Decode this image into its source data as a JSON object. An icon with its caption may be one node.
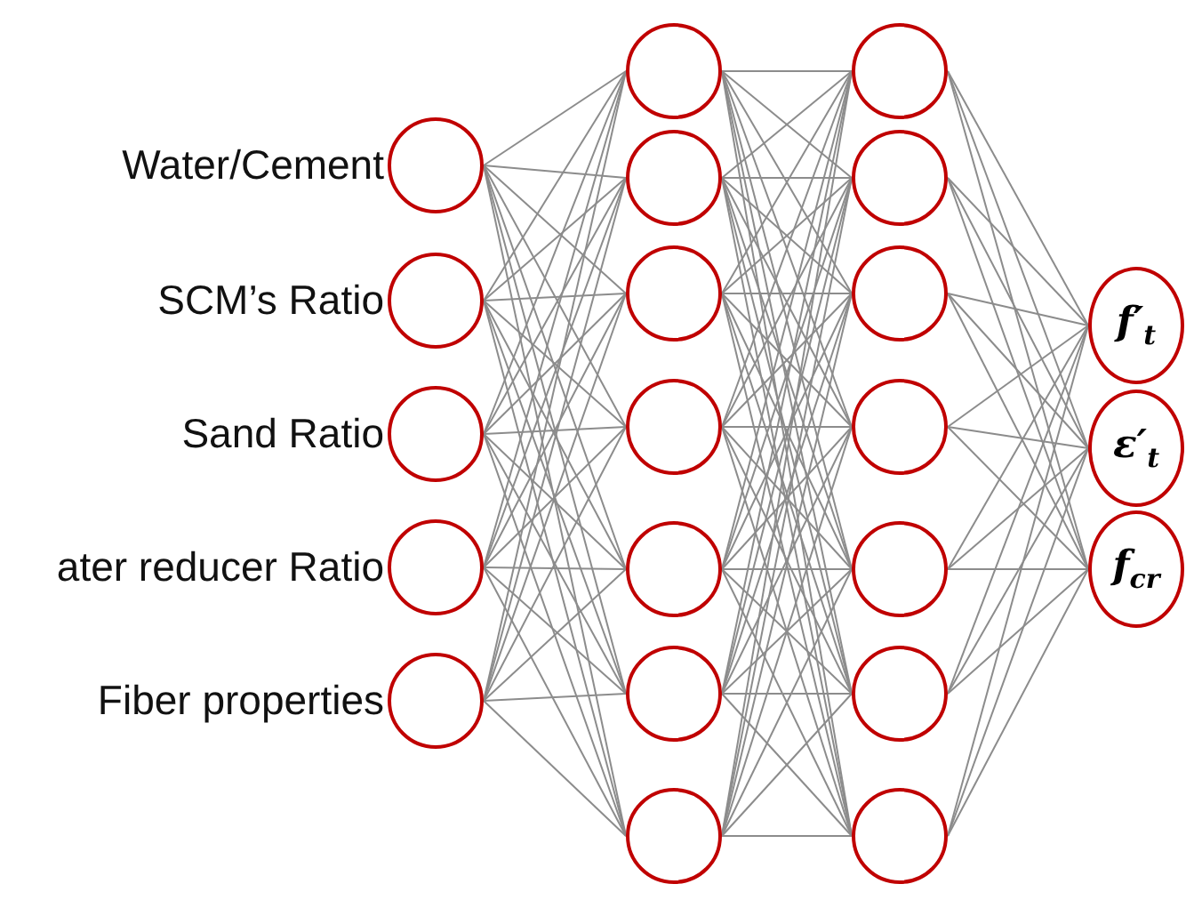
{
  "diagram": {
    "nodes": [
      {
        "text": [],
        "shape": "circle",
        "beside": [
          "Water/Cement"
        ]
      },
      {
        "text": [],
        "shape": "circle",
        "beside": [
          "SCM’s Ratio"
        ]
      },
      {
        "text": [],
        "shape": "circle",
        "beside": [
          "Sand Ratio"
        ]
      },
      {
        "text": [],
        "shape": "circle",
        "beside": [
          "ater reducer Ratio"
        ]
      },
      {
        "text": [],
        "shape": "circle",
        "beside": [
          "Fiber properties"
        ]
      },
      {
        "text": [],
        "shape": "circle"
      },
      {
        "text": [],
        "shape": "circle"
      },
      {
        "text": [],
        "shape": "circle"
      },
      {
        "text": [],
        "shape": "circle"
      },
      {
        "text": [],
        "shape": "circle"
      },
      {
        "text": [],
        "shape": "circle"
      },
      {
        "text": [],
        "shape": "circle"
      },
      {
        "text": [],
        "shape": "circle"
      },
      {
        "text": [],
        "shape": "circle"
      },
      {
        "text": [],
        "shape": "circle"
      },
      {
        "text": [],
        "shape": "circle"
      },
      {
        "text": [],
        "shape": "circle"
      },
      {
        "text": [],
        "shape": "circle"
      },
      {
        "text": [],
        "shape": "circle"
      },
      {
        "text": [
          "f′$_{t}$"
        ]
      },
      {
        "text": [
          "ε′$_{t}$"
        ]
      },
      {
        "text": [
          "f$_{cr}$"
        ]
      }
    ],
    "edges": [
      {
        "from": 0,
        "to": 5,
        "arrow": "none"
      },
      {
        "from": 0,
        "to": 6,
        "arrow": "none"
      },
      {
        "from": 0,
        "to": 7,
        "arrow": "none"
      },
      {
        "from": 0,
        "to": 8,
        "arrow": "none"
      },
      {
        "from": 0,
        "to": 9,
        "arrow": "none"
      },
      {
        "from": 0,
        "to": 10,
        "arrow": "none"
      },
      {
        "from": 0,
        "to": 11,
        "arrow": "none"
      },
      {
        "from": 1,
        "to": 5,
        "arrow": "none"
      },
      {
        "from": 1,
        "to": 6,
        "arrow": "none"
      },
      {
        "from": 1,
        "to": 7,
        "arrow": "none"
      },
      {
        "from": 1,
        "to": 8,
        "arrow": "none"
      },
      {
        "from": 1,
        "to": 9,
        "arrow": "none"
      },
      {
        "from": 1,
        "to": 10,
        "arrow": "none"
      },
      {
        "from": 1,
        "to": 11,
        "arrow": "none"
      },
      {
        "from": 2,
        "to": 5,
        "arrow": "none"
      },
      {
        "from": 2,
        "to": 6,
        "arrow": "none"
      },
      {
        "from": 2,
        "to": 7,
        "arrow": "none"
      },
      {
        "from": 2,
        "to": 8,
        "arrow": "none"
      },
      {
        "from": 2,
        "to": 9,
        "arrow": "none"
      },
      {
        "from": 2,
        "to": 10,
        "arrow": "none"
      },
      {
        "from": 2,
        "to": 11,
        "arrow": "none"
      },
      {
        "from": 3,
        "to": 5,
        "arrow": "none"
      },
      {
        "from": 3,
        "to": 6,
        "arrow": "none"
      },
      {
        "from": 3,
        "to": 7,
        "arrow": "none"
      },
      {
        "from": 3,
        "to": 8,
        "arrow": "none"
      },
      {
        "from": 3,
        "to": 9,
        "arrow": "none"
      },
      {
        "from": 3,
        "to": 10,
        "arrow": "none"
      },
      {
        "from": 3,
        "to": 11,
        "arrow": "none"
      },
      {
        "from": 4,
        "to": 5,
        "arrow": "none"
      },
      {
        "from": 4,
        "to": 6,
        "arrow": "none"
      },
      {
        "from": 4,
        "to": 7,
        "arrow": "none"
      },
      {
        "from": 4,
        "to": 8,
        "arrow": "none"
      },
      {
        "from": 4,
        "to": 9,
        "arrow": "none"
      },
      {
        "from": 4,
        "to": 10,
        "arrow": "none"
      },
      {
        "from": 4,
        "to": 11,
        "arrow": "none"
      },
      {
        "from": 5,
        "to": 12,
        "arrow": "none"
      },
      {
        "from": 5,
        "to": 13,
        "arrow": "none"
      },
      {
        "from": 5,
        "to": 14,
        "arrow": "none"
      },
      {
        "from": 5,
        "to": 15,
        "arrow": "none"
      },
      {
        "from": 5,
        "to": 16,
        "arrow": "none"
      },
      {
        "from": 5,
        "to": 17,
        "arrow": "none"
      },
      {
        "from": 5,
        "to": 18,
        "arrow": "none"
      },
      {
        "from": 6,
        "to": 12,
        "arrow": "none"
      },
      {
        "from": 6,
        "to": 13,
        "arrow": "none"
      },
      {
        "from": 6,
        "to": 14,
        "arrow": "none"
      },
      {
        "from": 6,
        "to": 15,
        "arrow": "none"
      },
      {
        "from": 6,
        "to": 16,
        "arrow": "none"
      },
      {
        "from": 6,
        "to": 17,
        "arrow": "none"
      },
      {
        "from": 6,
        "to": 18,
        "arrow": "none"
      },
      {
        "from": 7,
        "to": 12,
        "arrow": "none"
      },
      {
        "from": 7,
        "to": 13,
        "arrow": "none"
      },
      {
        "from": 7,
        "to": 14,
        "arrow": "none"
      },
      {
        "from": 7,
        "to": 15,
        "arrow": "none"
      },
      {
        "from": 7,
        "to": 16,
        "arrow": "none"
      },
      {
        "from": 7,
        "to": 17,
        "arrow": "none"
      },
      {
        "from": 7,
        "to": 18,
        "arrow": "none"
      },
      {
        "from": 8,
        "to": 12,
        "arrow": "none"
      },
      {
        "from": 8,
        "to": 13,
        "arrow": "none"
      },
      {
        "from": 8,
        "to": 14,
        "arrow": "none"
      },
      {
        "from": 8,
        "to": 15,
        "arrow": "none"
      },
      {
        "from": 8,
        "to": 16,
        "arrow": "none"
      },
      {
        "from": 8,
        "to": 17,
        "arrow": "none"
      },
      {
        "from": 8,
        "to": 18,
        "arrow": "none"
      },
      {
        "from": 9,
        "to": 12,
        "arrow": "none"
      },
      {
        "from": 9,
        "to": 13,
        "arrow": "none"
      },
      {
        "from": 9,
        "to": 14,
        "arrow": "none"
      },
      {
        "from": 9,
        "to": 15,
        "arrow": "none"
      },
      {
        "from": 9,
        "to": 16,
        "arrow": "none"
      },
      {
        "from": 9,
        "to": 17,
        "arrow": "none"
      },
      {
        "from": 9,
        "to": 18,
        "arrow": "none"
      },
      {
        "from": 10,
        "to": 12,
        "arrow": "none"
      },
      {
        "from": 10,
        "to": 13,
        "arrow": "none"
      },
      {
        "from": 10,
        "to": 14,
        "arrow": "none"
      },
      {
        "from": 10,
        "to": 15,
        "arrow": "none"
      },
      {
        "from": 10,
        "to": 16,
        "arrow": "none"
      },
      {
        "from": 10,
        "to": 17,
        "arrow": "none"
      },
      {
        "from": 10,
        "to": 18,
        "arrow": "none"
      },
      {
        "from": 11,
        "to": 12,
        "arrow": "none"
      },
      {
        "from": 11,
        "to": 13,
        "arrow": "none"
      },
      {
        "from": 11,
        "to": 14,
        "arrow": "none"
      },
      {
        "from": 11,
        "to": 15,
        "arrow": "none"
      },
      {
        "from": 11,
        "to": 16,
        "arrow": "none"
      },
      {
        "from": 11,
        "to": 17,
        "arrow": "none"
      },
      {
        "from": 11,
        "to": 18,
        "arrow": "none"
      },
      {
        "from": 12,
        "to": 19,
        "arrow": "none"
      },
      {
        "from": 12,
        "to": 20,
        "arrow": "none"
      },
      {
        "from": 12,
        "to": 21,
        "arrow": "none"
      },
      {
        "from": 13,
        "to": 19,
        "arrow": "none"
      },
      {
        "from": 13,
        "to": 20,
        "arrow": "none"
      },
      {
        "from": 13,
        "to": 21,
        "arrow": "none"
      },
      {
        "from": 14,
        "to": 19,
        "arrow": "none"
      },
      {
        "from": 14,
        "to": 20,
        "arrow": "none"
      },
      {
        "from": 14,
        "to": 21,
        "arrow": "none"
      },
      {
        "from": 15,
        "to": 19,
        "arrow": "none"
      },
      {
        "from": 15,
        "to": 20,
        "arrow": "none"
      },
      {
        "from": 15,
        "to": 21,
        "arrow": "none"
      },
      {
        "from": 16,
        "to": 19,
        "arrow": "none"
      },
      {
        "from": 16,
        "to": 20,
        "arrow": "none"
      },
      {
        "from": 16,
        "to": 21,
        "arrow": "none"
      },
      {
        "from": 17,
        "to": 19,
        "arrow": "none"
      },
      {
        "from": 17,
        "to": 20,
        "arrow": "none"
      },
      {
        "from": 17,
        "to": 21,
        "arrow": "none"
      },
      {
        "from": 18,
        "to": 19,
        "arrow": "none"
      },
      {
        "from": 18,
        "to": 20,
        "arrow": "none"
      },
      {
        "from": 18,
        "to": 21,
        "arrow": "none"
      }
    ]
  }
}
